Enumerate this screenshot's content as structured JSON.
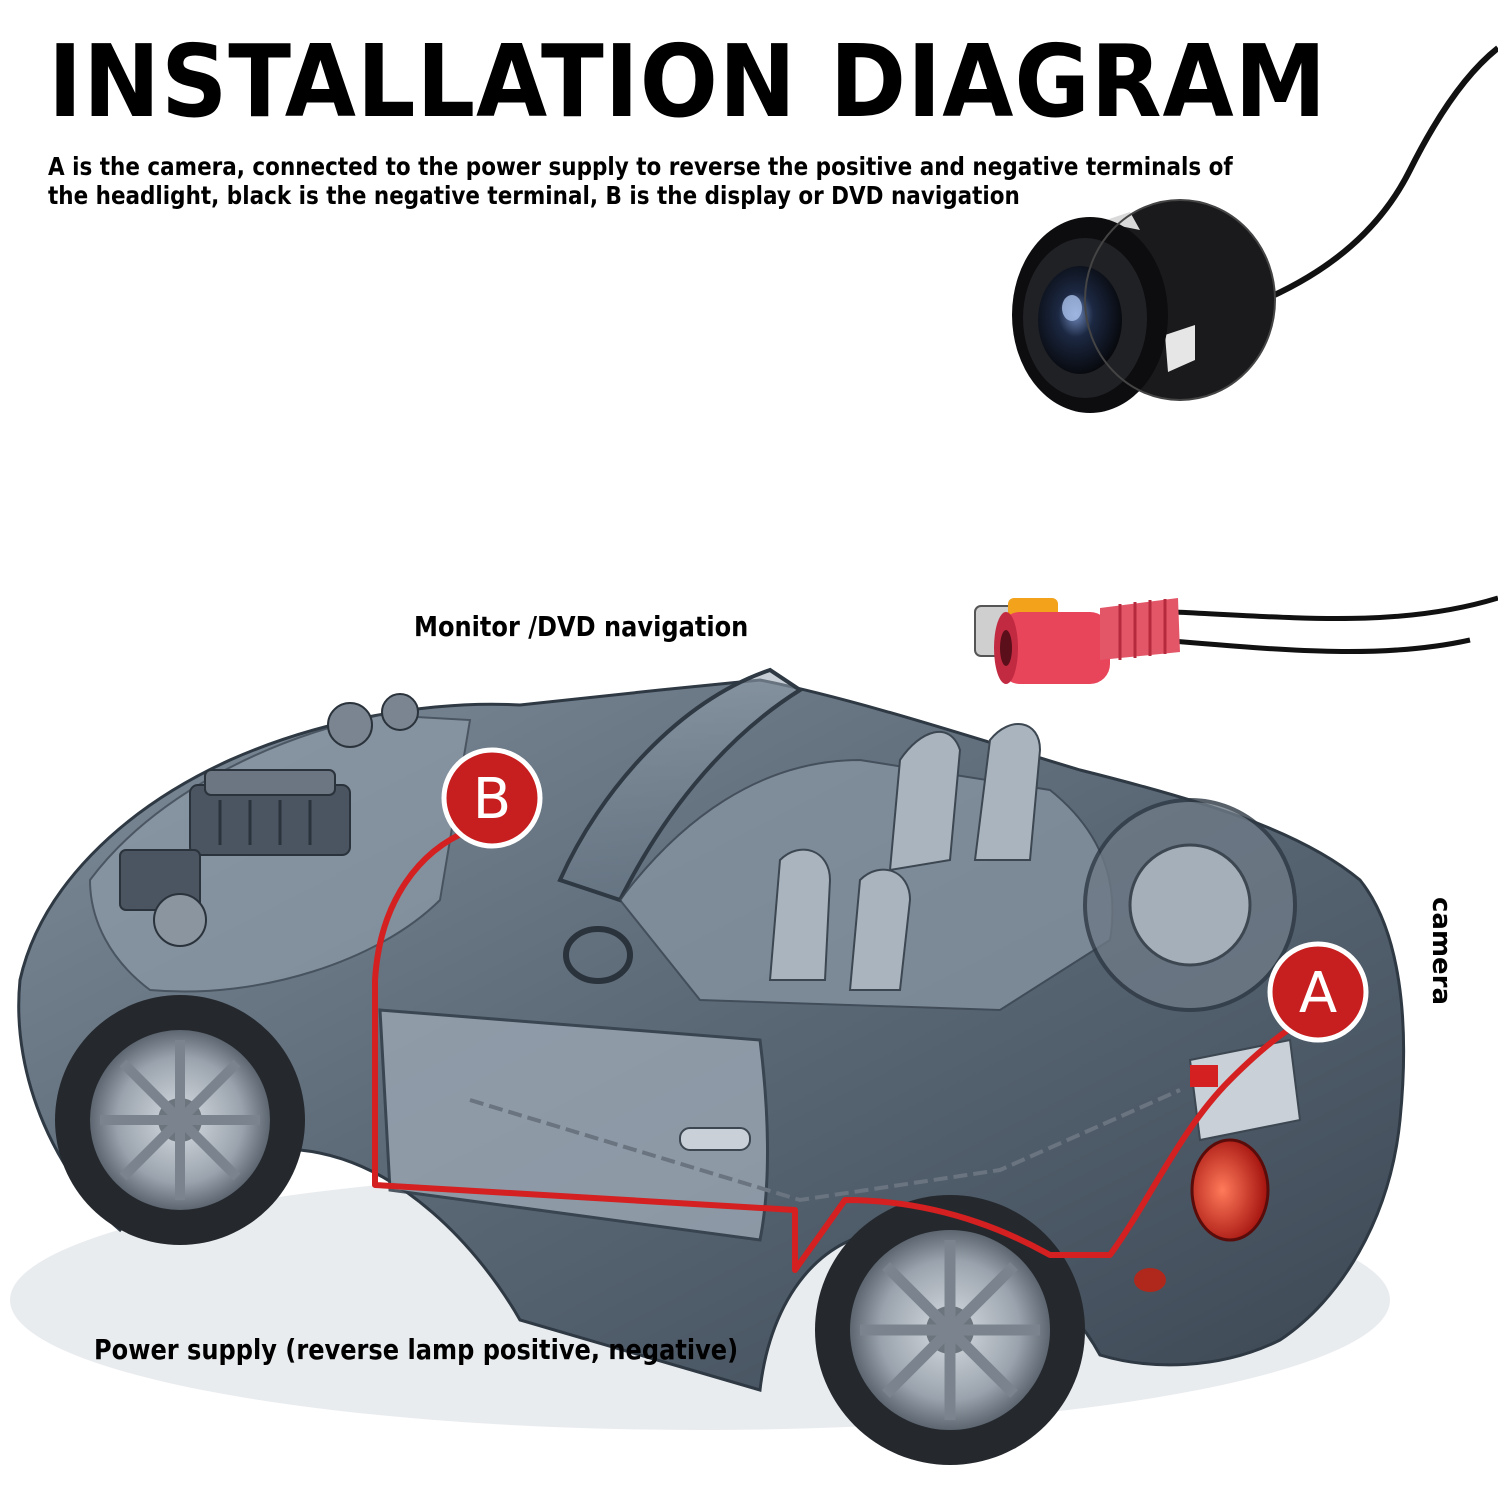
{
  "title": "INSTALLATION DIAGRAM",
  "description": "A is the camera, connected to the power supply to reverse the positive and negative terminals of the headlight, black is the negative terminal, B is the display or DVD navigation",
  "labels": {
    "monitor": "Monitor /DVD navigation",
    "power": "Power supply (reverse lamp positive, negative)",
    "camera": "camera"
  },
  "markers": {
    "a": "A",
    "b": "B"
  },
  "colors": {
    "wire": "#d42020",
    "marker": "#c71f1f",
    "car_body": "#5d6b7a",
    "connector_red": "#e8445a",
    "connector_yellow": "#f2a21b"
  },
  "icons": {
    "camera": "backup-camera-icon",
    "connector": "rca-connector-icon",
    "car": "convertible-car-cutaway-icon"
  }
}
